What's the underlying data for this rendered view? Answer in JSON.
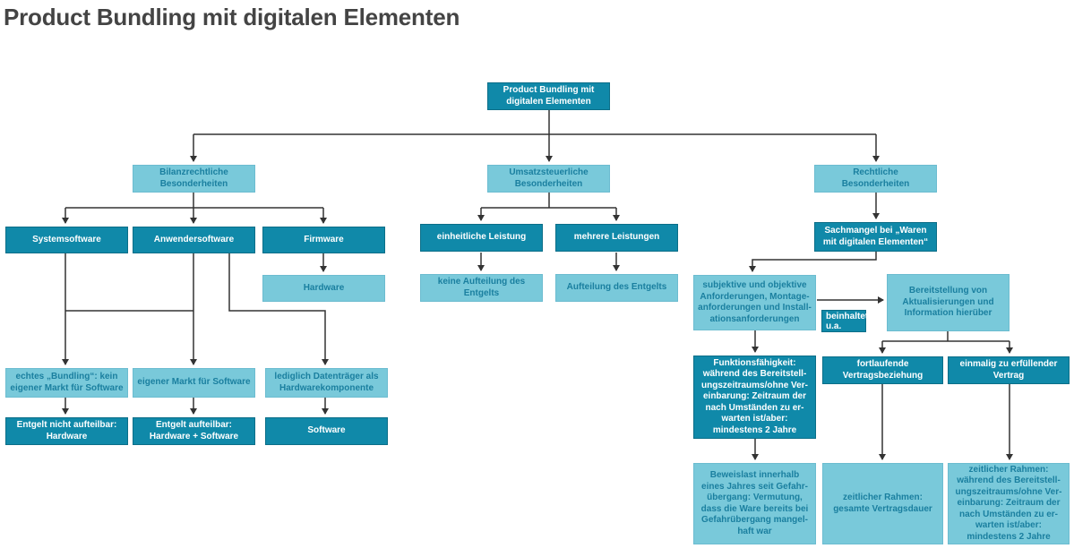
{
  "title": "Product Bundling mit digitalen Elementen",
  "colors": {
    "dark_box": "#1089a9",
    "light_box": "#79c9da",
    "light_text": "#1a7f9f",
    "line": "#333333"
  },
  "nodes": {
    "root": "Product Bundling mit digitalen Elementen",
    "bilanz": "Bilanzrechtliche Besonderheiten",
    "umsatz": "Umsatzsteuerliche Besonderheiten",
    "recht": "Rechtliche Besonderheiten",
    "systemsoftware": "Systemsoftware",
    "anwendersoftware": "Anwendersoftware",
    "firmware": "Firmware",
    "hardware": "Hardware",
    "einheitlich": "einheitliche Leistung",
    "mehrere": "mehrere Leistungen",
    "keine_aufteilung": "keine Aufteilung des Entgelts",
    "aufteilung": "Aufteilung des Entgelts",
    "sachmangel": "Sachmangel bei „Waren mit digitalen Elementen“",
    "anforderungen": "subjektive und objektive Anforderungen, Montage-anforderungen und Install-ationsanforderungen",
    "beinhaltet": "beinhaltet u.a.",
    "bereitstellung": "Bereitstellung von Aktualisierungen und Information hierüber",
    "echtes_bundling": "echtes „Bundling“: kein eigener Markt für Software",
    "eigener_markt": "eigener Markt für Software",
    "datentraeger": "lediglich Datenträger als Hardwarekomponente",
    "nicht_aufteilbar": "Entgelt nicht aufteilbar: Hardware",
    "aufteilbar": "Entgelt aufteilbar: Hardware + Software",
    "software": "Software",
    "funktion": "Funktionsfähigkeit: während des Bereitstell-ungszeitraums/ohne Ver-einbarung: Zeitraum der nach Umständen zu er-warten ist/aber: mindestens 2 Jahre",
    "fortlaufend": "fortlaufende Vertragsbeziehung",
    "einmalig": "einmalig zu erfüllender Vertrag",
    "beweislast": "Beweislast innerhalb eines Jahres seit Gefahr-übergang: Vermutung, dass die Ware bereits bei Gefahrübergang mangel-haft war",
    "rahmen_gesamt": "zeitlicher Rahmen: gesamte Vertragsdauer",
    "rahmen_einmalig": "zeitlicher Rahmen: während des Bereitstell-ungszeitraums/ohne Ver-einbarung: Zeitraum der nach Umständen zu er-warten ist/aber: mindestens 2 Jahre"
  }
}
